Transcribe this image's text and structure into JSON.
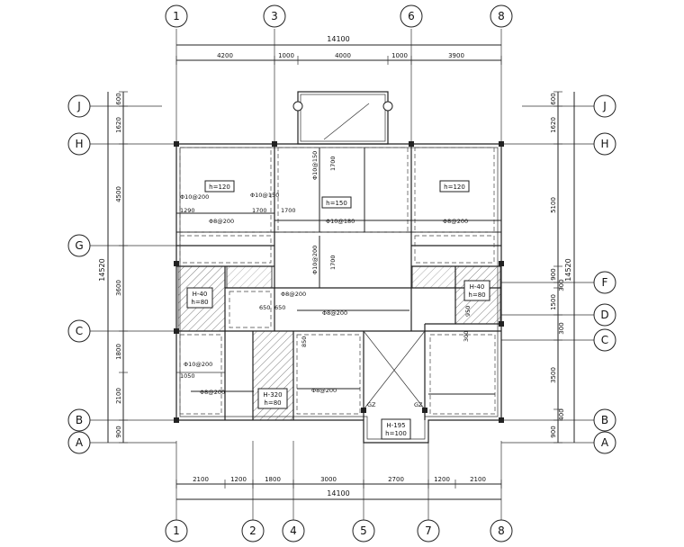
{
  "axes_top": [
    "1",
    "3",
    "6",
    "8"
  ],
  "axes_bottom": [
    "1",
    "2",
    "4",
    "5",
    "7",
    "8"
  ],
  "axes_left": [
    "J",
    "H",
    "G",
    "C",
    "B",
    "A"
  ],
  "axes_right": [
    "J",
    "H",
    "F",
    "D",
    "C",
    "B",
    "A"
  ],
  "dims": {
    "top_total": "14100",
    "top": [
      "4200",
      "1000",
      "4000",
      "1000",
      "3900"
    ],
    "bottom_total": "14100",
    "bottom": [
      "2100",
      "1200",
      "1800",
      "3000",
      "2700",
      "1200",
      "2100"
    ],
    "left_total": "14520",
    "left": [
      "600",
      "1620",
      "4500",
      "3600",
      "1800",
      "2100",
      "900"
    ],
    "right_total": "14520",
    "right": [
      "600",
      "1620",
      "5100",
      "900",
      "300",
      "1500",
      "300",
      "3500",
      "400",
      "900"
    ]
  },
  "slab_notes": {
    "h120_left": "h=120",
    "h150": "h=150",
    "h120_right": "h=120",
    "h40_left": "H-40",
    "h80_left": "h=80",
    "h40_right": "H-40",
    "h80_right": "h=80",
    "h320": "H-320",
    "h80_mid": "h=80",
    "h195": "H-195",
    "h100": "h=100"
  },
  "rebar_notes": {
    "r1": "Φ10@200",
    "r2": "Φ10@150",
    "r3": "Φ8@200",
    "r4": "Φ10@180",
    "r5": "Φ8@200",
    "r6": "Φ10@150",
    "r7": "Φ8@200",
    "r8": "Φ8@200",
    "r9": "Φ10@200",
    "r10": "Φ8@200",
    "r11": "Φ8@200",
    "r12": "Φ10@200"
  },
  "small_dims": {
    "d1290": "1290",
    "d1700a": "1700",
    "d1700b": "1700",
    "d1700c": "1700",
    "d1700d": "1700",
    "d650a": "650",
    "d650b": "650",
    "d950": "950",
    "d1050": "1050",
    "d850": "850",
    "d300": "300"
  },
  "markers": {
    "gz1": "GZ",
    "gz2": "GZ"
  }
}
